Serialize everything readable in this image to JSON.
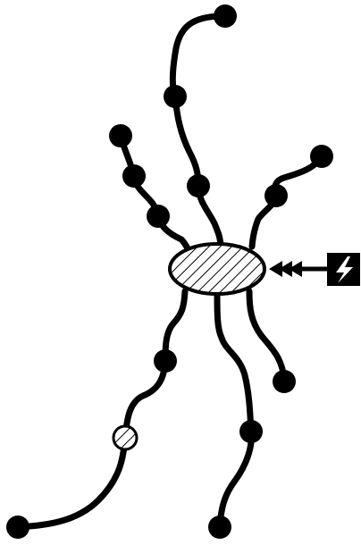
{
  "diagram": {
    "description": "",
    "colors": {
      "stroke": "#000000",
      "fill_dot": "#000000",
      "background": "#ffffff",
      "hatch": "#000000"
    },
    "central_node": {
      "fill": "hatched"
    },
    "stimulus": {
      "icon": "lightning-bolt-icon",
      "arrow": "triple-arrowhead"
    },
    "branches": [
      {
        "name": "branch-top",
        "node_count": 3
      },
      {
        "name": "branch-upper-left",
        "node_count": 3
      },
      {
        "name": "branch-upper-right",
        "node_count": 2
      },
      {
        "name": "branch-bottom-left",
        "node_count": 3,
        "special_node": "hatched"
      },
      {
        "name": "branch-bottom-middle",
        "node_count": 2
      },
      {
        "name": "branch-bottom-right",
        "node_count": 1
      }
    ]
  }
}
